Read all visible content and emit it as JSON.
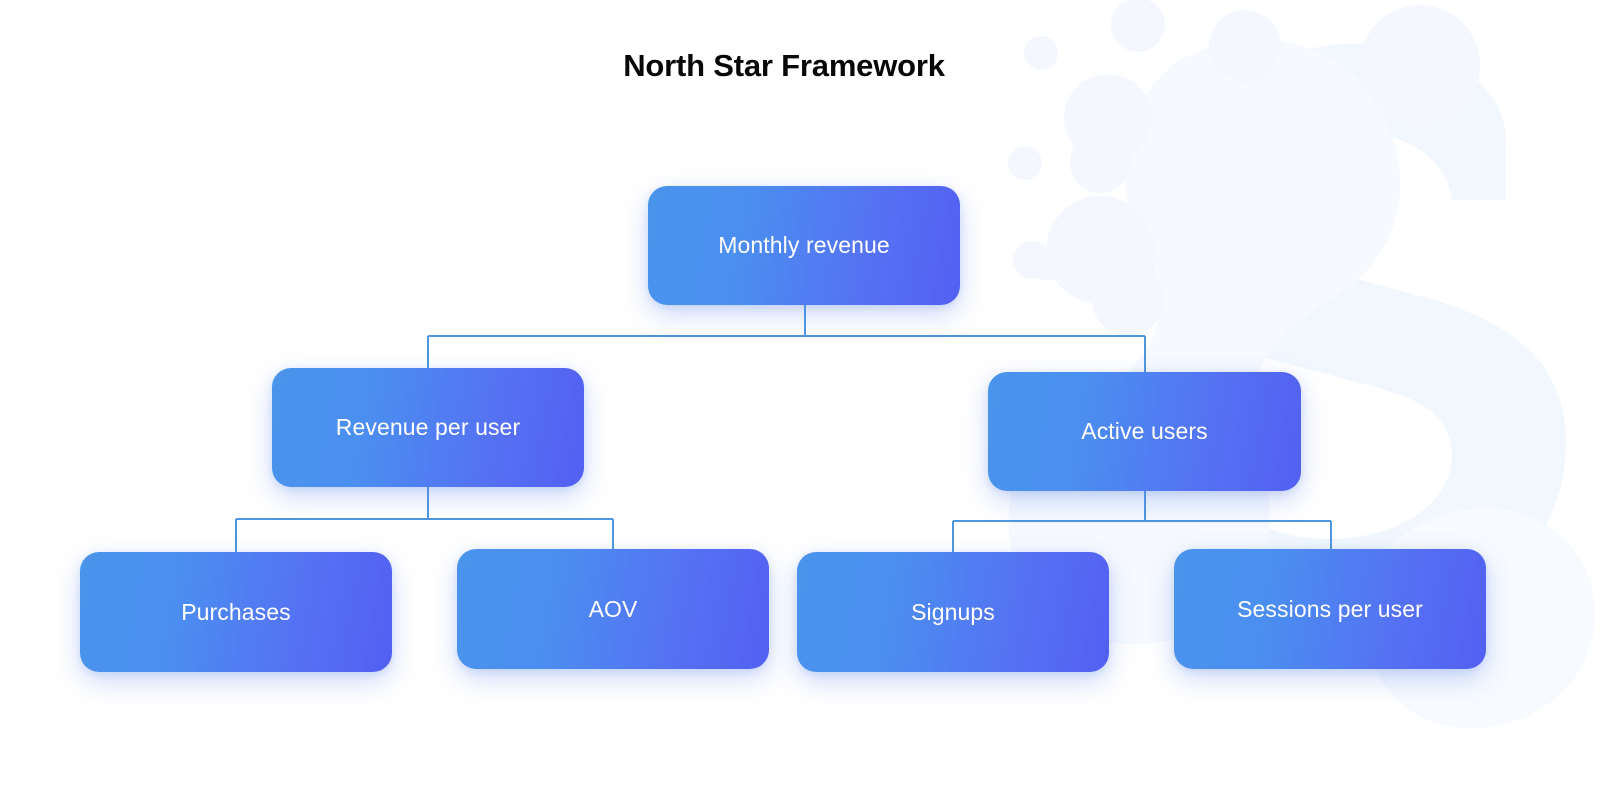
{
  "title": "North Star Framework",
  "colors": {
    "node_gradient_start": "#4a94ec",
    "node_gradient_end": "#5360f2",
    "connector": "#4f96e0",
    "title_text": "#080808",
    "node_text": "#ffffff",
    "background": "#ffffff",
    "watermark": "#f3f7fe"
  },
  "diagram": {
    "type": "tree",
    "levels": 3,
    "root": {
      "id": "monthly-revenue",
      "label": "Monthly revenue"
    },
    "level2": [
      {
        "id": "revenue-per-user",
        "label": "Revenue per user",
        "parent": "monthly-revenue"
      },
      {
        "id": "active-users",
        "label": "Active users",
        "parent": "monthly-revenue"
      }
    ],
    "level3": [
      {
        "id": "purchases",
        "label": "Purchases",
        "parent": "revenue-per-user"
      },
      {
        "id": "aov",
        "label": "AOV",
        "parent": "revenue-per-user"
      },
      {
        "id": "signups",
        "label": "Signups",
        "parent": "active-users"
      },
      {
        "id": "sessions-per-user",
        "label": "Sessions per user",
        "parent": "active-users"
      }
    ]
  },
  "watermark": {
    "letter": "S",
    "description": "large-s-logo-watermark"
  }
}
